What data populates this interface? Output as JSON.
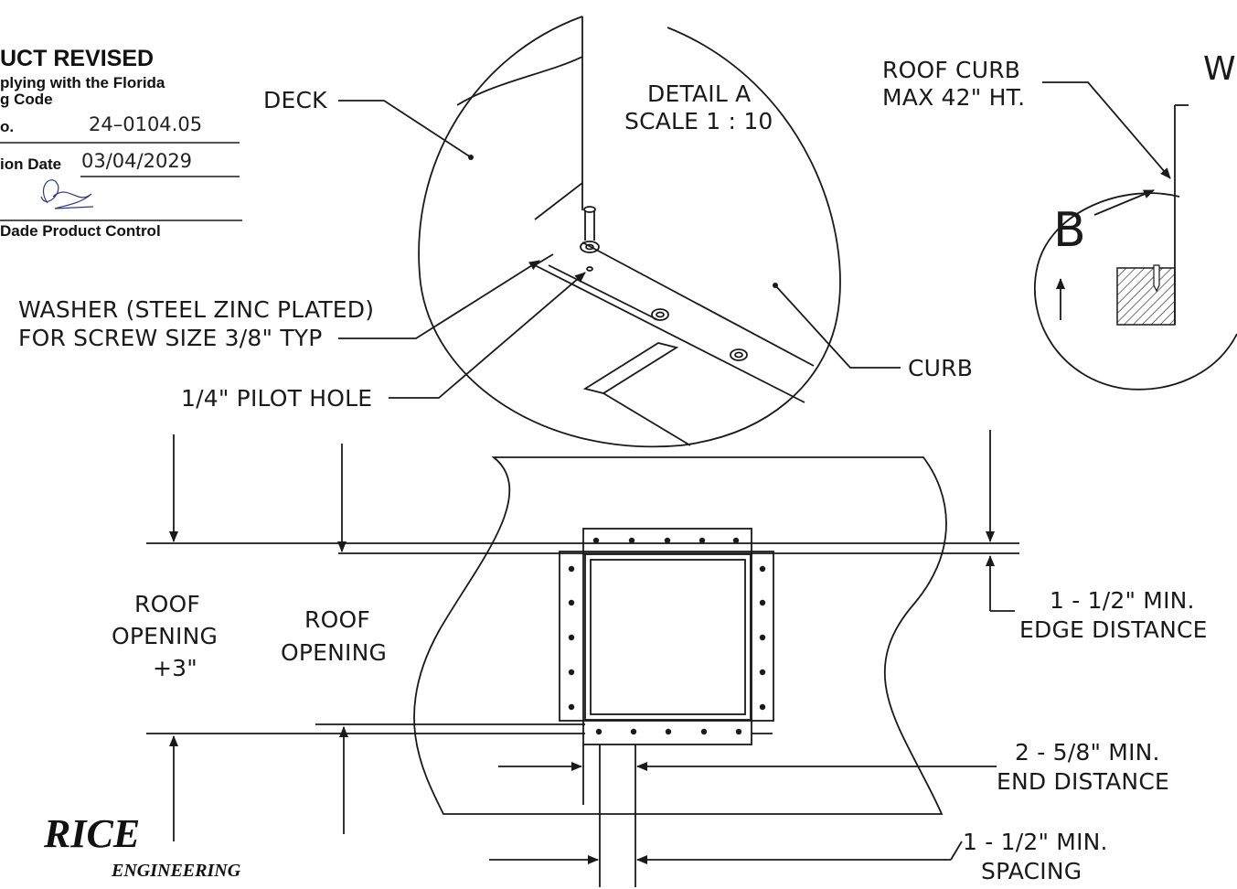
{
  "stamp": {
    "title": "UCT REVISED",
    "line1": "plying with the Florida",
    "line2": "g Code",
    "no_label": "o.",
    "no_value": "24–0104.05",
    "exp_label": "ion Date",
    "exp_value": "03/04/2029",
    "agency": "Dade Product Control"
  },
  "labels": {
    "deck": "DECK",
    "detail_title": "DETAIL A",
    "detail_scale": "SCALE 1 : 10",
    "roof_curb_1": "ROOF CURB",
    "roof_curb_2": "MAX 42\" HT.",
    "w": "W",
    "b": "B",
    "washer_1": "WASHER (STEEL ZINC PLATED)",
    "washer_2": "FOR SCREW SIZE 3/8\" TYP",
    "pilot": "1/4\" PILOT HOLE",
    "curb": "CURB",
    "roof_opening_3_1": "ROOF",
    "roof_opening_3_2": "OPENING",
    "roof_opening_3_3": "+3\"",
    "roof_opening_1": "ROOF",
    "roof_opening_2": "OPENING",
    "edge_1": "1 - 1/2\" MIN.",
    "edge_2": "EDGE DISTANCE",
    "end_1": "2 - 5/8\" MIN.",
    "end_2": "END DISTANCE",
    "spacing_1": "1 - 1/2\" MIN.",
    "spacing_2": "SPACING"
  },
  "logo": {
    "name": "RICE",
    "sub": "ENGINEERING"
  }
}
